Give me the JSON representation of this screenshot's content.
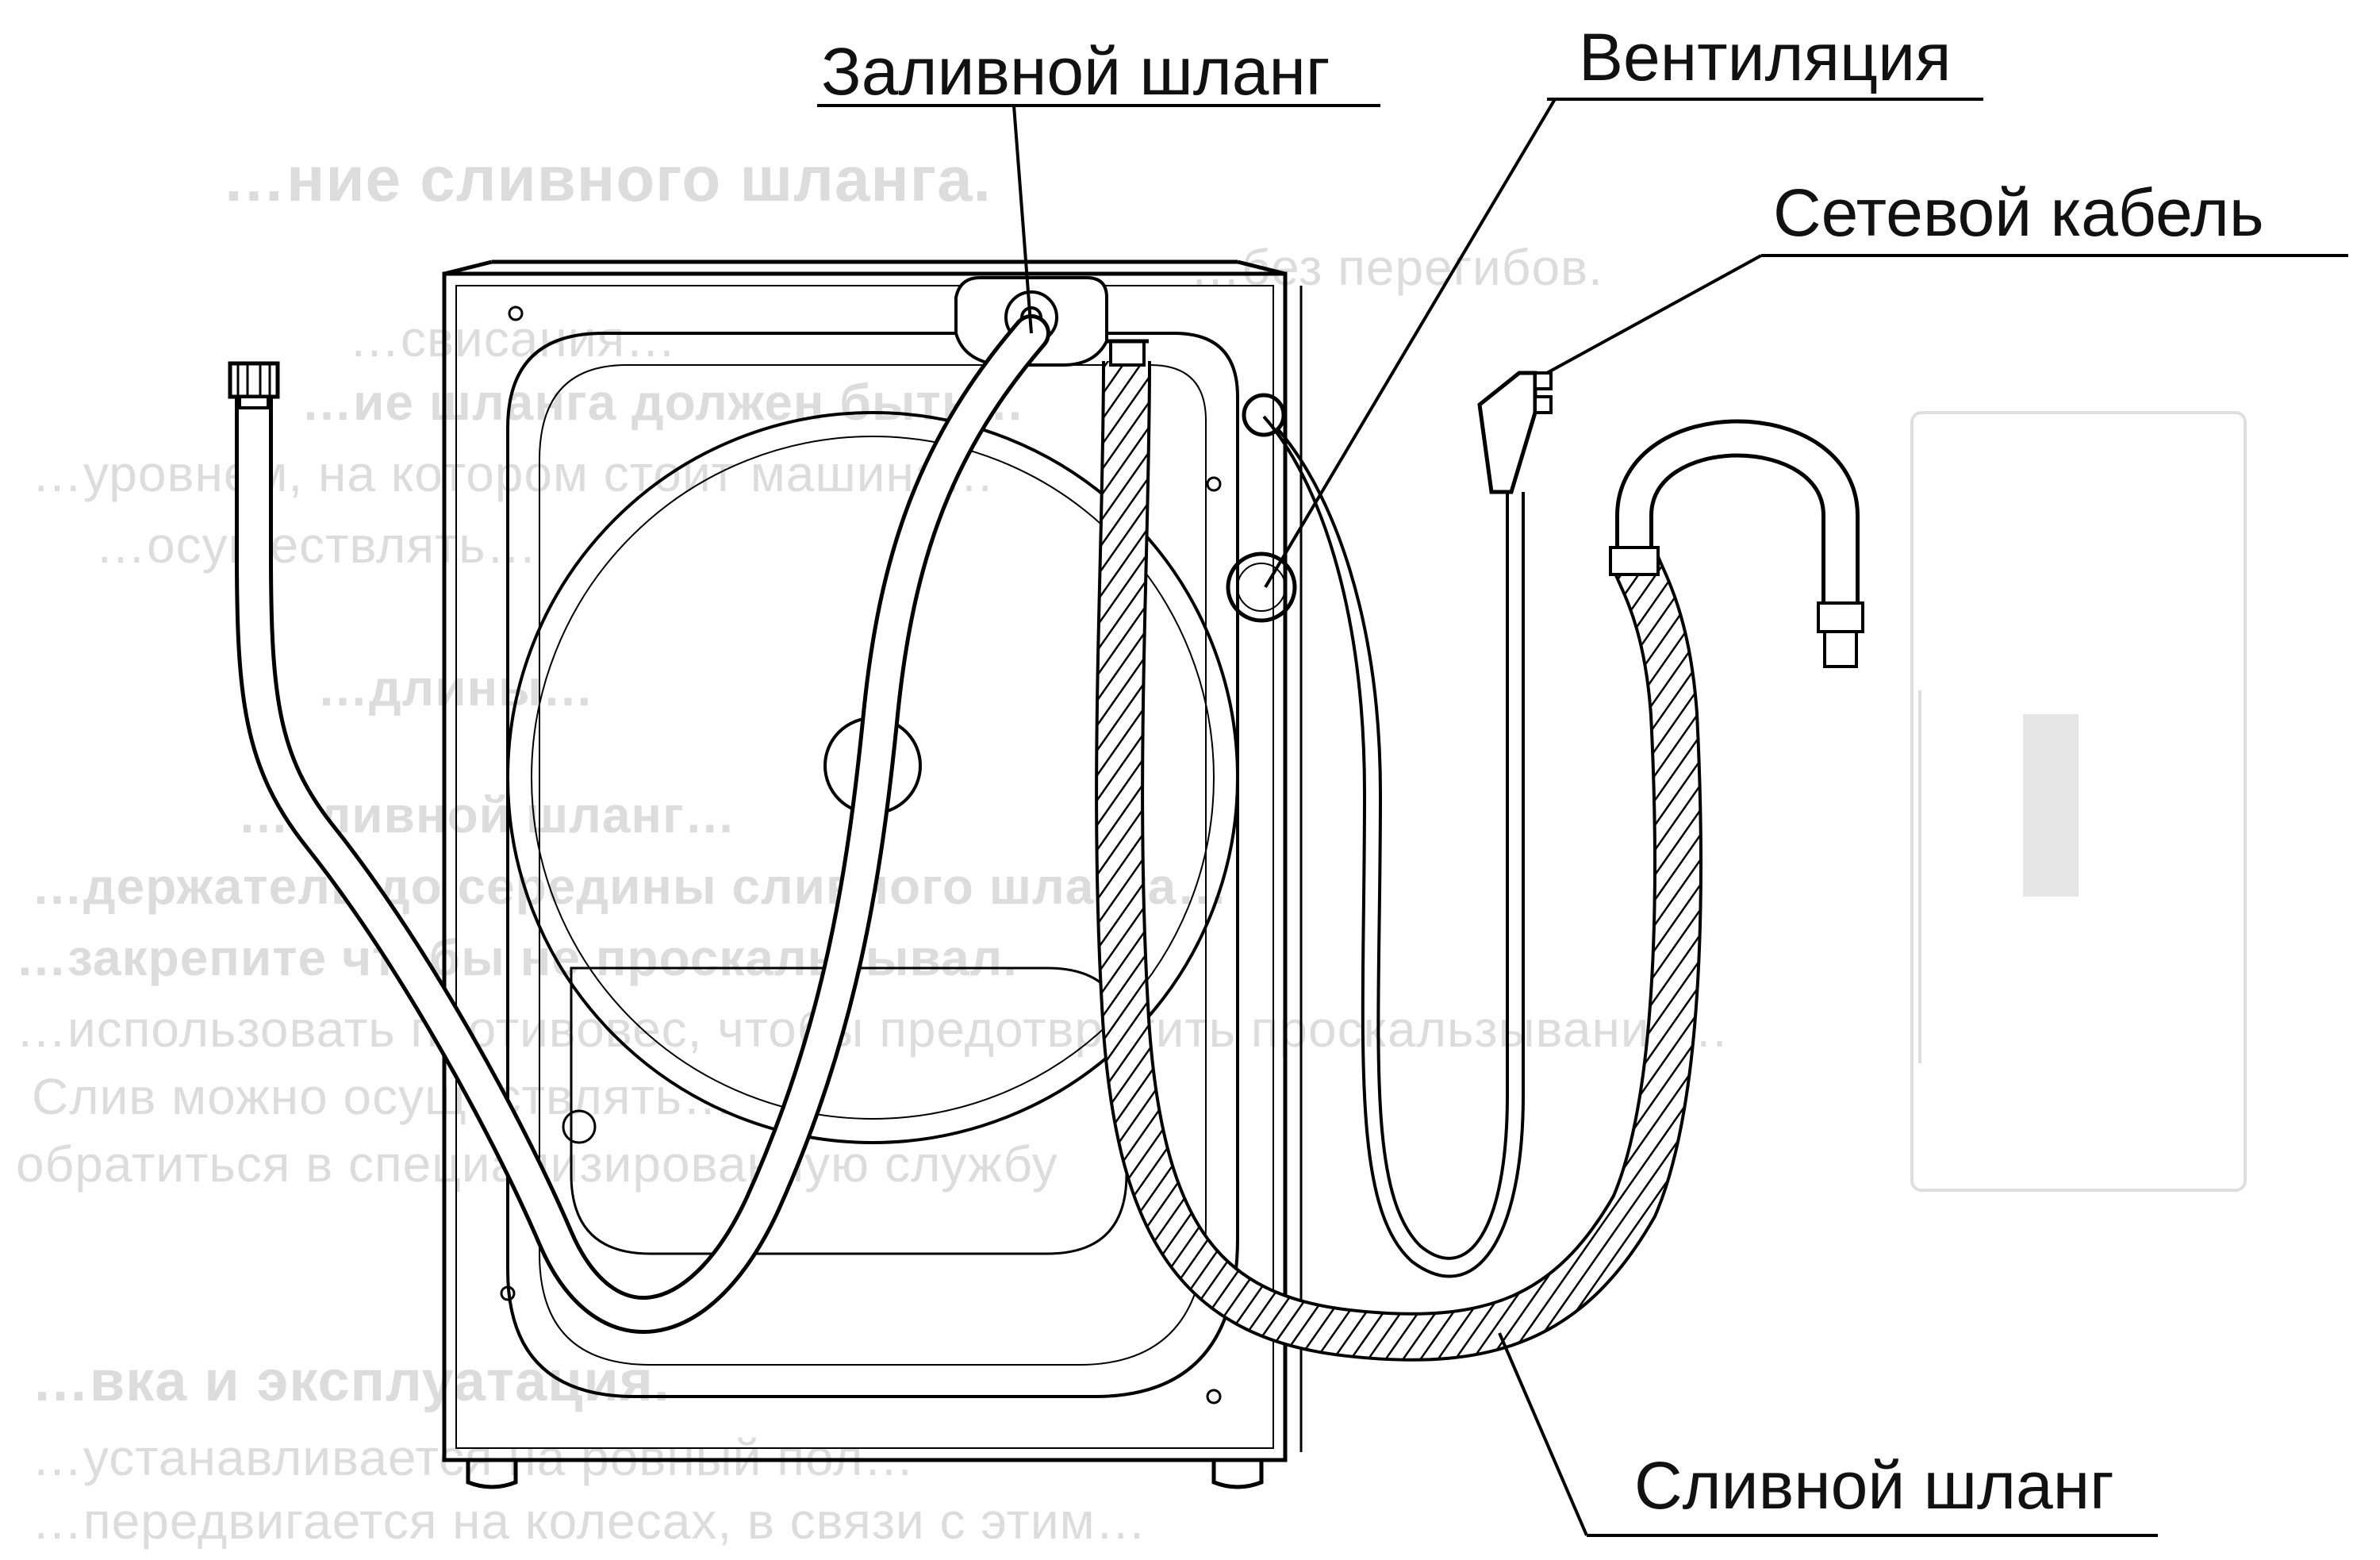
{
  "labels": {
    "fill_hose": "Заливной шланг",
    "ventilation": "Вентиляция",
    "power_cable": "Сетевой кабель",
    "drain_hose": "Сливной шланг"
  },
  "background_text": {
    "heading_1": "…ние сливного шланга.",
    "line_1": "…без перегибов.",
    "line_2": "…свисания…",
    "line_3": "…ие шланга должен быть…",
    "line_4": "…уровнем, на котором стоит машина…",
    "line_5": "…осуществлять…",
    "line_6": "…длины…",
    "line_7": "…сливной шланг…",
    "line_8": "…держатель до середины сливного шланга…",
    "line_9": "…закрепите чтобы не проскальзывал.",
    "line_10": "…использовать противовес, чтобы предотвратить проскальзывания…",
    "line_11": "Слив можно осуществлять…",
    "line_12": "обратиться в специализированную службу",
    "heading_2": "…вка и эксплуатация.",
    "line_13": "…устанавливается на ровный пол…",
    "line_14": "…передвигается на колесах, в связи с этим…"
  },
  "colors": {
    "line": "#000000",
    "label": "#111111",
    "ghost_text": "#dcdcdc"
  }
}
